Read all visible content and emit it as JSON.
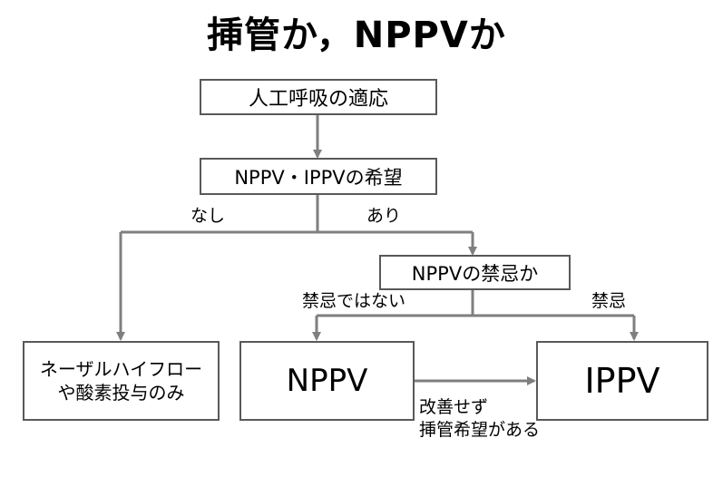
{
  "title": "挿管か，NPPVか",
  "colors": {
    "line": "#7f7f7f",
    "box_border": "#595959",
    "background": "#ffffff"
  },
  "nodes": {
    "indication": "人工呼吸の適応",
    "preference": "NPPV・IPPVの希望",
    "contraindication": "NPPVの禁忌か",
    "high_flow_line1": "ネーザルハイフロー",
    "high_flow_line2": "や酸素投与のみ",
    "nppv": "NPPV",
    "ippv": "IPPV"
  },
  "edges": {
    "no_preference": "なし",
    "has_preference": "あり",
    "not_contraindicated": "禁忌ではない",
    "contraindicated": "禁忌",
    "no_improvement_line1": "改善せず",
    "no_improvement_line2": "挿管希望がある"
  }
}
